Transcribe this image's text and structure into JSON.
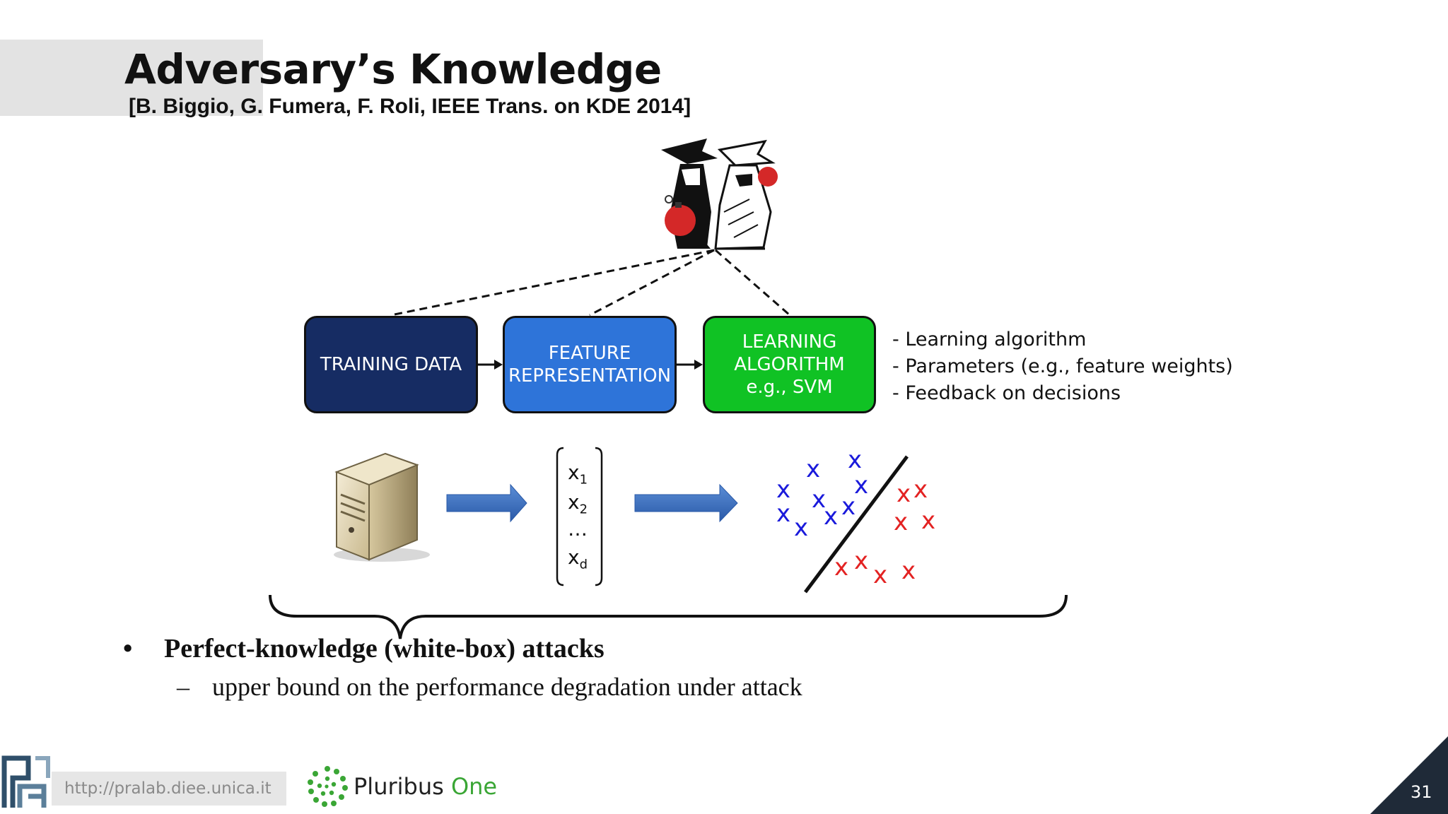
{
  "slide": {
    "title": "Adversary’s Knowledge",
    "citation": "[B. Biggio, G. Fumera, F. Roli, IEEE Trans. on KDE 2014]",
    "page_number": "31"
  },
  "pipeline": {
    "boxes": [
      {
        "lines": [
          "TRAINING DATA"
        ],
        "color": "#162c63"
      },
      {
        "lines": [
          "FEATURE",
          "REPRESENTATION"
        ],
        "color": "#2e74d9"
      },
      {
        "lines": [
          "LEARNING",
          "ALGORITHM",
          "e.g., SVM"
        ],
        "color": "#10c224"
      }
    ],
    "knowledge_items": [
      "- Learning algorithm",
      "- Parameters (e.g., feature weights)",
      "- Feedback on decisions"
    ]
  },
  "feature_vector": {
    "rows": [
      {
        "base": "x",
        "sub": "1"
      },
      {
        "base": "x",
        "sub": "2"
      },
      {
        "base": "…",
        "sub": ""
      },
      {
        "base": "x",
        "sub": "d"
      }
    ]
  },
  "classifier_plot": {
    "marker": "x",
    "class_colors": {
      "blue": "#1a1adb",
      "red": "#e32222"
    }
  },
  "bullets": {
    "main": "Perfect-knowledge (white-box) attacks",
    "sub": "upper bound on the performance degradation under attack"
  },
  "footer": {
    "url": "http://pralab.diee.unica.it",
    "partner_name_1": "Pluribus",
    "partner_name_2": "One"
  }
}
